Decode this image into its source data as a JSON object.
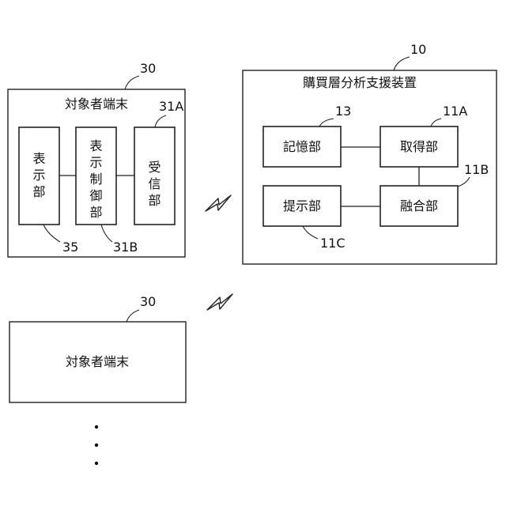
{
  "terminal_top": {
    "ref": "30",
    "title": "対象者端末",
    "display_unit": {
      "ref": "35",
      "label": "表示部"
    },
    "display_control_unit": {
      "ref": "31B",
      "label": "表示制御部"
    },
    "receiver_unit": {
      "ref": "31A",
      "label": "受信部"
    }
  },
  "analysis_device": {
    "ref": "10",
    "title": "購買層分析支援装置",
    "storage_unit": {
      "ref": "13",
      "label": "記憶部"
    },
    "acquisition_unit": {
      "ref": "11A",
      "label": "取得部"
    },
    "fusion_unit": {
      "ref": "11B",
      "label": "融合部"
    },
    "presentation_unit": {
      "ref": "11C",
      "label": "提示部"
    }
  },
  "terminal_bottom": {
    "ref": "30",
    "title": "対象者端末"
  },
  "continuation": [
    "・",
    "・",
    "・"
  ],
  "icons": [
    "lightning-icon",
    "lightning-icon"
  ]
}
